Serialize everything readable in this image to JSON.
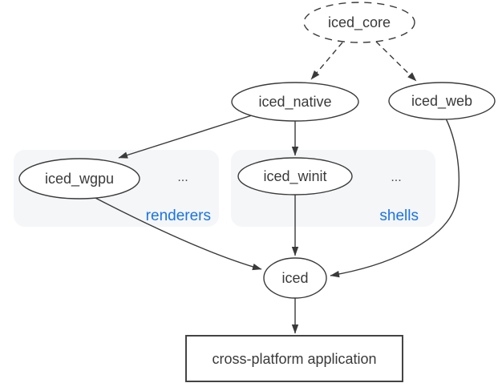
{
  "diagram": {
    "type": "dependency-graph",
    "nodes": {
      "iced_core": {
        "label": "iced_core",
        "shape": "ellipse",
        "border": "dashed"
      },
      "iced_native": {
        "label": "iced_native",
        "shape": "ellipse",
        "border": "solid"
      },
      "iced_web": {
        "label": "iced_web",
        "shape": "ellipse",
        "border": "solid"
      },
      "iced_wgpu": {
        "label": "iced_wgpu",
        "shape": "ellipse",
        "border": "solid",
        "group": "renderers"
      },
      "iced_winit": {
        "label": "iced_winit",
        "shape": "ellipse",
        "border": "solid",
        "group": "shells"
      },
      "iced": {
        "label": "iced",
        "shape": "ellipse",
        "border": "solid"
      },
      "app": {
        "label": "cross-platform application",
        "shape": "rectangle",
        "border": "solid"
      }
    },
    "groups": {
      "renderers": {
        "label": "renderers",
        "ellipsis": "...",
        "contains": [
          "iced_wgpu"
        ]
      },
      "shells": {
        "label": "shells",
        "ellipsis": "...",
        "contains": [
          "iced_winit"
        ]
      }
    },
    "edges": [
      {
        "from": "iced_core",
        "to": "iced_native",
        "style": "dashed"
      },
      {
        "from": "iced_core",
        "to": "iced_web",
        "style": "dashed"
      },
      {
        "from": "iced_native",
        "to": "iced_wgpu",
        "style": "solid"
      },
      {
        "from": "iced_native",
        "to": "iced_winit",
        "style": "solid"
      },
      {
        "from": "iced_wgpu",
        "to": "iced",
        "style": "solid"
      },
      {
        "from": "iced_winit",
        "to": "iced",
        "style": "solid"
      },
      {
        "from": "iced_web",
        "to": "iced",
        "style": "solid"
      },
      {
        "from": "iced",
        "to": "app",
        "style": "solid"
      }
    ],
    "colors": {
      "stroke": "#3a3a3a",
      "text": "#3a3a3a",
      "group_background": "#f4f6f8",
      "group_label": "#1a73e8",
      "node_fill": "#ffffff",
      "background": "#ffffff"
    }
  }
}
